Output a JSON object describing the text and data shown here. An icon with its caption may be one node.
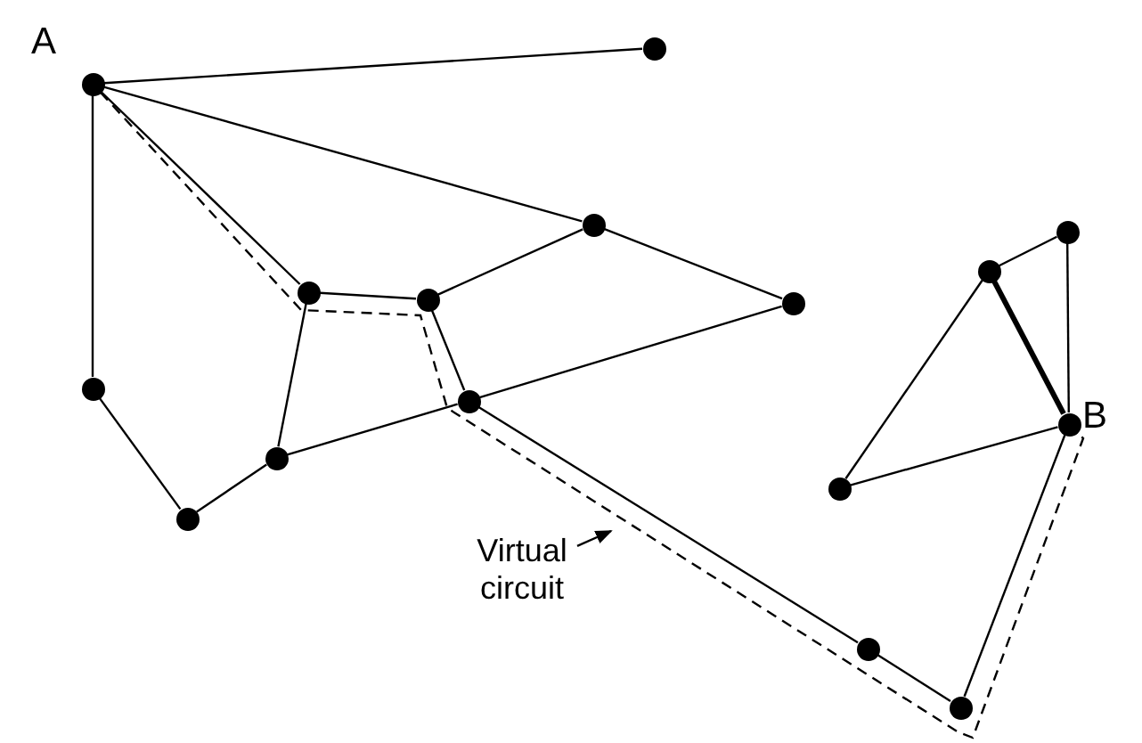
{
  "diagram": {
    "nodes": [
      {
        "text": [
          "A"
        ]
      },
      {
        "text": [],
        "shape": "circle"
      },
      {
        "text": [],
        "shape": "circle"
      },
      {
        "text": [],
        "shape": "circle"
      },
      {
        "text": [],
        "shape": "circle"
      },
      {
        "text": [],
        "shape": "circle"
      },
      {
        "text": [],
        "shape": "circle"
      },
      {
        "text": [],
        "shape": "circle"
      },
      {
        "text": [],
        "shape": "circle"
      },
      {
        "text": [],
        "shape": "circle"
      },
      {
        "text": [
          "B"
        ]
      },
      {
        "text": [],
        "shape": "circle"
      },
      {
        "text": [],
        "shape": "circle"
      },
      {
        "text": [],
        "shape": "circle"
      },
      {
        "text": [],
        "shape": "circle"
      },
      {
        "text": [],
        "shape": "circle"
      },
      {
        "text": [
          "Virtual circuit"
        ]
      }
    ],
    "edges": [
      {
        "from": 0,
        "to": 1,
        "arrow": "none"
      },
      {
        "from": 0,
        "to": 2,
        "arrow": "none"
      },
      {
        "from": 0,
        "to": 3,
        "arrow": "none"
      },
      {
        "from": 0,
        "to": 8,
        "arrow": "none"
      },
      {
        "from": 8,
        "to": 13,
        "arrow": "none"
      },
      {
        "from": 13,
        "to": 11,
        "arrow": "none"
      },
      {
        "from": 11,
        "to": 3,
        "arrow": "none"
      },
      {
        "from": 3,
        "to": 4,
        "arrow": "none"
      },
      {
        "from": 4,
        "to": 2,
        "arrow": "none"
      },
      {
        "from": 2,
        "to": 5,
        "arrow": "none"
      },
      {
        "from": 4,
        "to": 9,
        "arrow": "none"
      },
      {
        "from": 11,
        "to": 9,
        "arrow": "none"
      },
      {
        "from": 9,
        "to": 5,
        "arrow": "none"
      },
      {
        "from": 9,
        "to": 14,
        "arrow": "none"
      },
      {
        "from": 14,
        "to": 15,
        "arrow": "none"
      },
      {
        "from": 15,
        "to": 10,
        "arrow": "none"
      },
      {
        "from": 10,
        "to": 6,
        "arrow": "none",
        "style": "thick"
      },
      {
        "from": 6,
        "to": 7,
        "arrow": "none"
      },
      {
        "from": 7,
        "to": 10,
        "arrow": "none"
      },
      {
        "from": 6,
        "to": 12,
        "arrow": "none"
      },
      {
        "from": 12,
        "to": 10,
        "arrow": "none"
      },
      {
        "from": 0,
        "to": 10,
        "arrow": "none",
        "style": "dashed"
      },
      {
        "from": 16,
        "to": null,
        "arrow": "to"
      }
    ]
  }
}
